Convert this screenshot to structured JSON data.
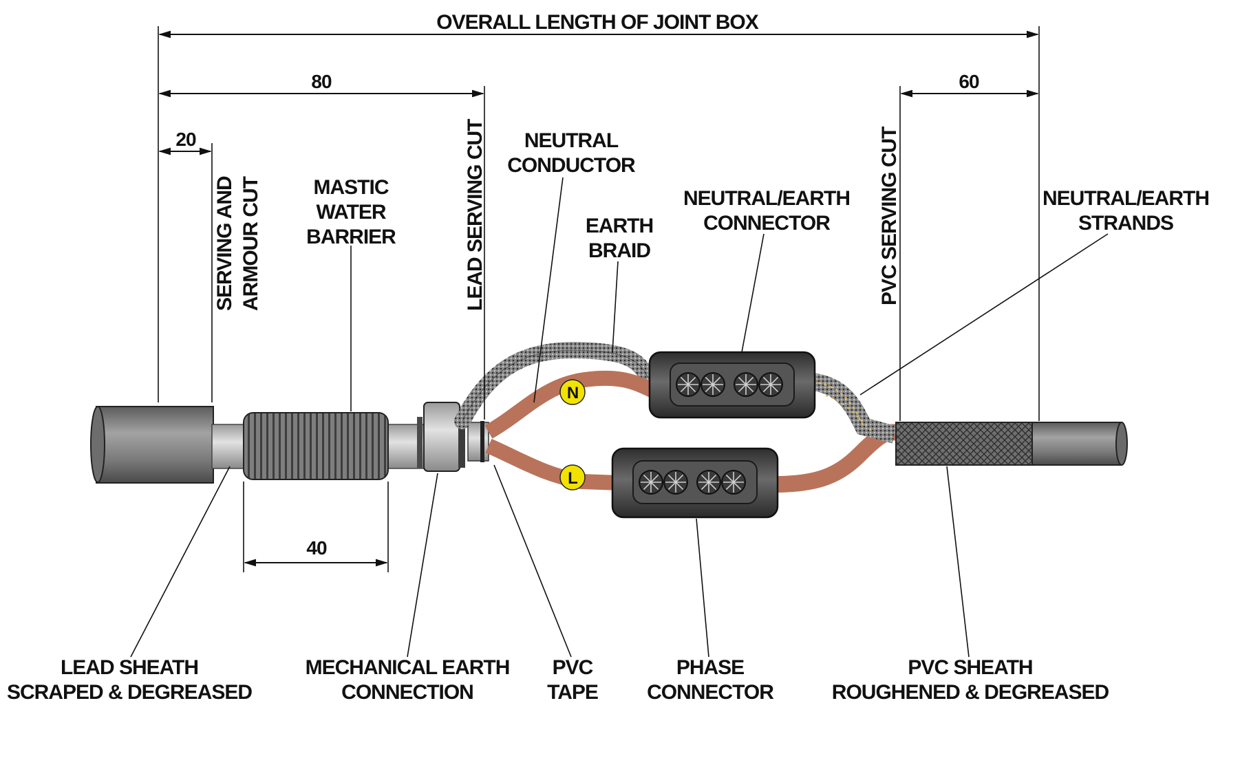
{
  "title": "OVERALL LENGTH OF JOINT BOX",
  "dimensions": {
    "d80": "80",
    "d20": "20",
    "d40": "40",
    "d60": "60"
  },
  "vertical_labels": {
    "serving_armour": [
      "SERVING AND",
      "ARMOUR CUT"
    ],
    "lead_serving": [
      "LEAD SERVING CUT"
    ],
    "pvc_serving": [
      "PVC SERVING CUT"
    ]
  },
  "labels": {
    "mastic": [
      "MASTIC",
      "WATER",
      "BARRIER"
    ],
    "neutral_conductor": [
      "NEUTRAL",
      "CONDUCTOR"
    ],
    "earth_braid": [
      "EARTH",
      "BRAID"
    ],
    "ne_connector": [
      "NEUTRAL/EARTH",
      "CONNECTOR"
    ],
    "ne_strands": [
      "NEUTRAL/EARTH",
      "STRANDS"
    ],
    "lead_sheath": [
      "LEAD SHEATH",
      "SCRAPED & DEGREASED"
    ],
    "mech_earth": [
      "MECHANICAL EARTH",
      "CONNECTION"
    ],
    "pvc_tape": [
      "PVC",
      "TAPE"
    ],
    "phase_connector": [
      "PHASE",
      "CONNECTOR"
    ],
    "pvc_sheath": [
      "PVC SHEATH",
      "ROUGHENED & DEGREASED"
    ]
  },
  "badges": {
    "neutral": "N",
    "live": "L"
  },
  "colors": {
    "cable_grey": "#7d7d7d",
    "conductor_copper": "#b9735a",
    "connector_dark": "#4a4a4a",
    "badge_yellow": "#f2e200",
    "ink": "#111111"
  }
}
